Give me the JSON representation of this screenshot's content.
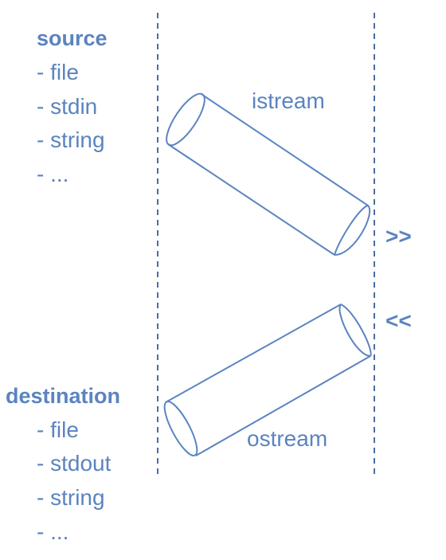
{
  "source": {
    "heading": "source",
    "items": [
      "- file",
      "- stdin",
      "- string",
      "- ..."
    ]
  },
  "destination": {
    "heading": "destination",
    "items": [
      "- file",
      "- stdout",
      "- string",
      "- ..."
    ]
  },
  "streams": {
    "input_label": "istream",
    "output_label": "ostream"
  },
  "operators": {
    "extract": ">>",
    "insert": "<<"
  },
  "colors": {
    "text": "#5b84bf",
    "stroke": "#5b84bf",
    "divider": "#4a6f9e"
  }
}
